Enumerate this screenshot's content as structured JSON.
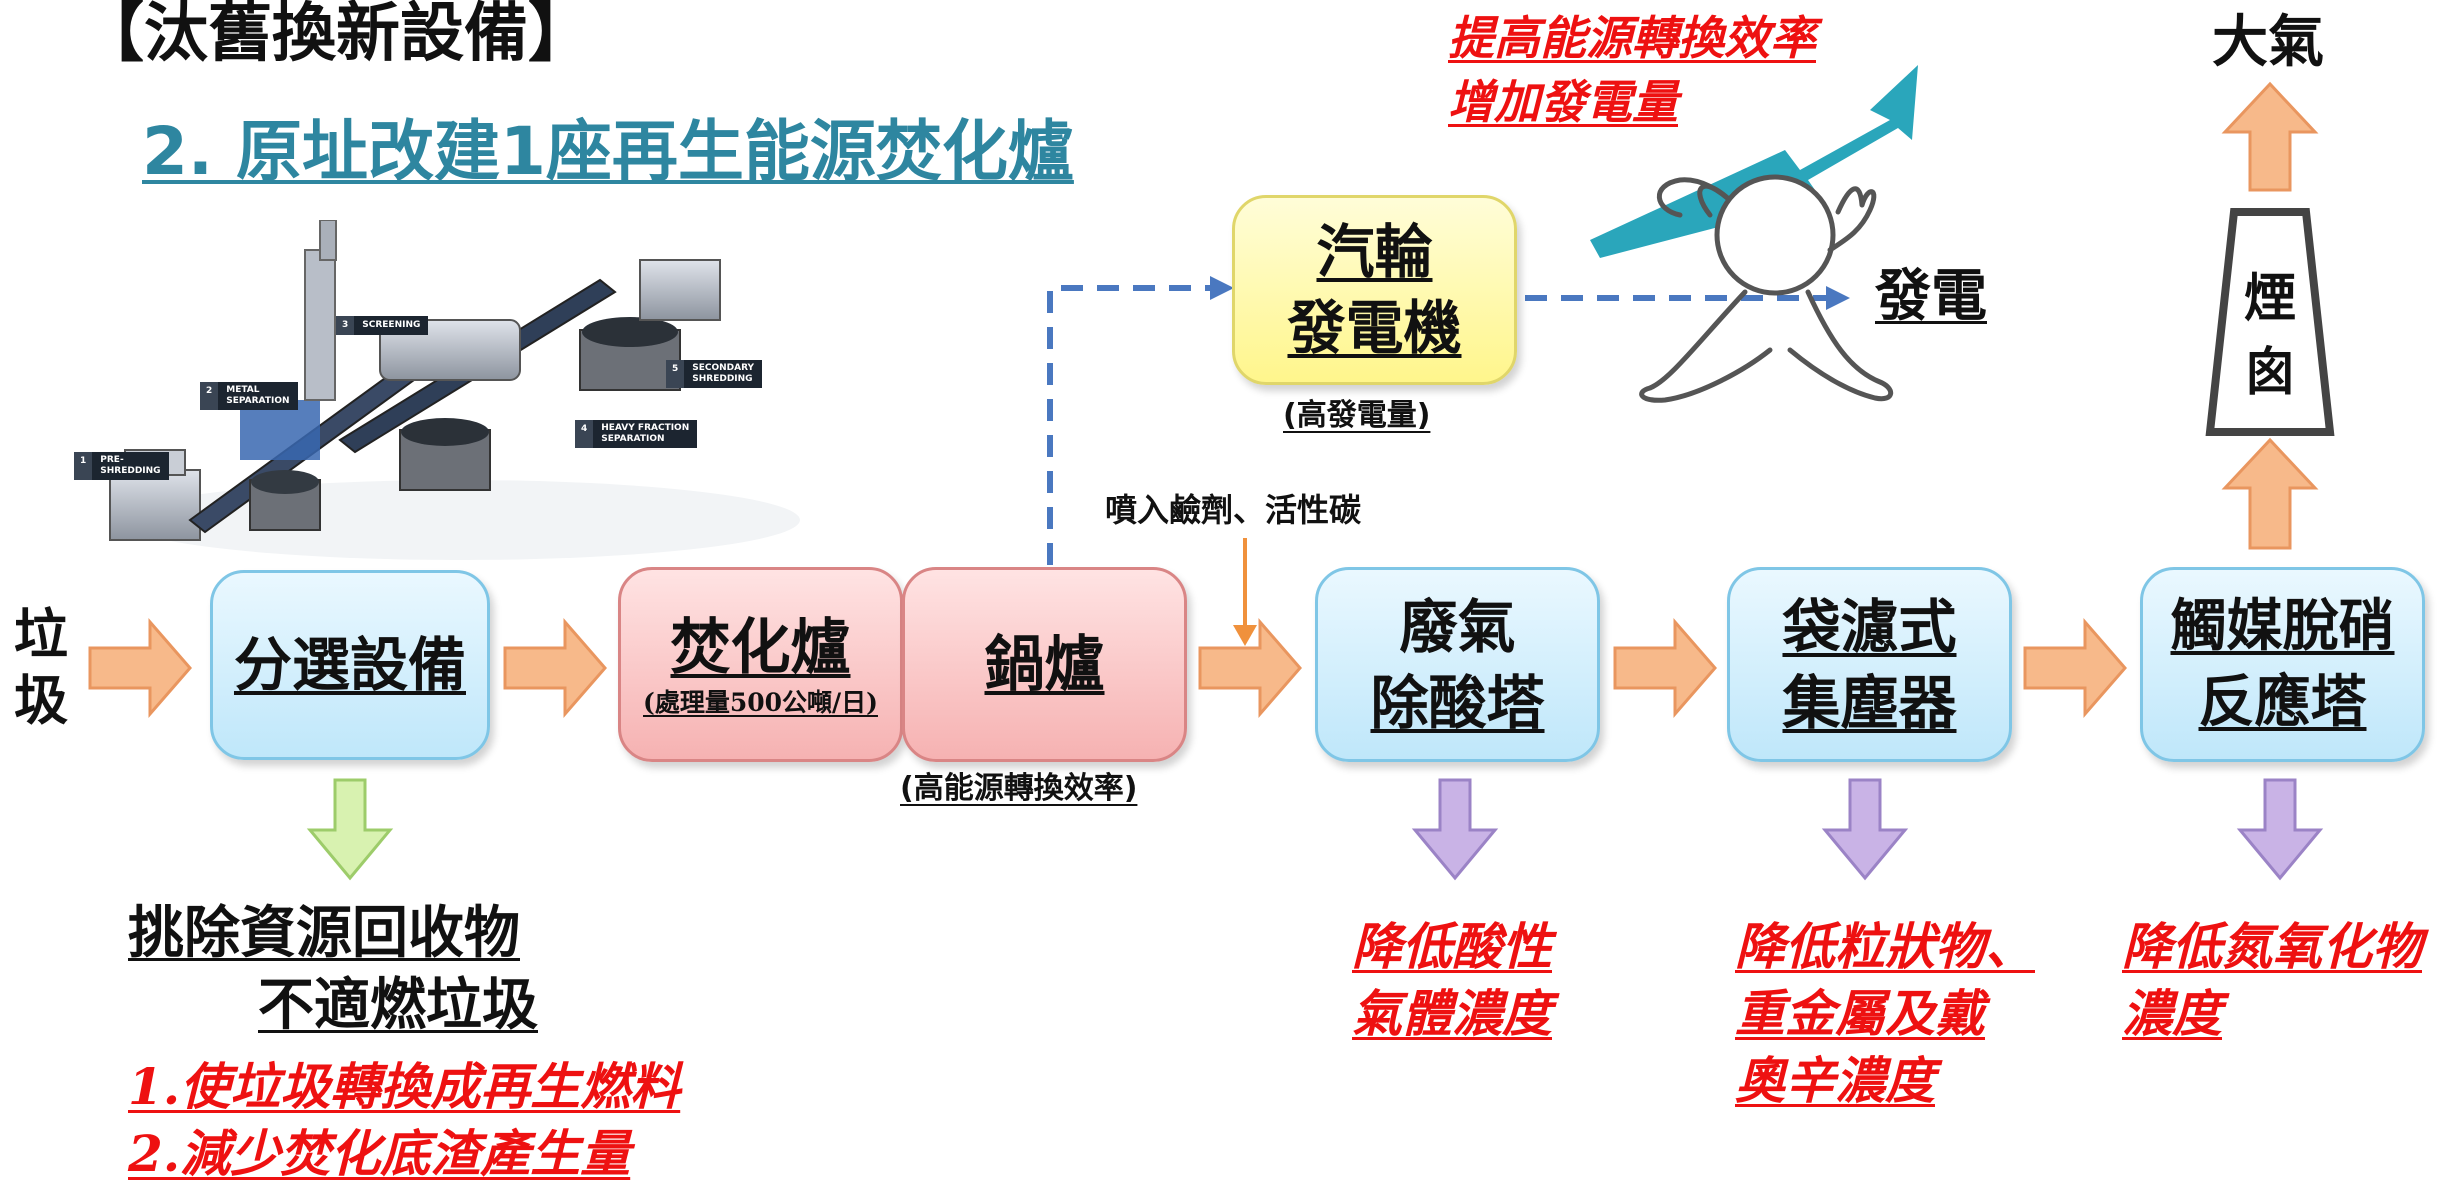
{
  "page_title": "【汰舊換新設備】",
  "subtitle": "2. 原址改建1座再生能源焚化爐",
  "machine_image": {
    "steps": [
      {
        "num": "1",
        "label": "PRE-\nSHREDDING"
      },
      {
        "num": "2",
        "label": "METAL\nSEPARATION"
      },
      {
        "num": "3",
        "label": "SCREENING"
      },
      {
        "num": "4",
        "label": "HEAVY FRACTION\nSEPARATION"
      },
      {
        "num": "5",
        "label": "SECONDARY\nSHREDDING"
      }
    ]
  },
  "input_label": {
    "line1": "垃",
    "line2": "圾"
  },
  "sorting": {
    "title": "分選設備",
    "output_line1": "挑除資源回收物",
    "output_line2": "不適燃垃圾",
    "benefit_1": "1.使垃圾轉換成再生燃料",
    "benefit_2": "2.減少焚化底渣產生量"
  },
  "incinerator": {
    "title": "焚化爐",
    "sub": "(處理量500公噸/日)"
  },
  "boiler": {
    "title": "鍋爐",
    "note": "(高能源轉換效率)"
  },
  "turbine": {
    "line1": "汽輪",
    "line2": "發電機",
    "note": "(高發電量)"
  },
  "power_label": "發電",
  "efficiency_note": {
    "line1": "提高能源轉換效率",
    "line2": "增加發電量"
  },
  "injection_note": "噴入鹼劑、活性碳",
  "acid_tower": {
    "line1": "廢氣",
    "line2": "除酸塔",
    "result_line1": "降低酸性",
    "result_line2": "氣體濃度"
  },
  "baghouse": {
    "line1": "袋濾式",
    "line2": "集塵器",
    "result_line1": "降低粒狀物、",
    "result_line2": "重金屬及戴",
    "result_line3": "奧辛濃度"
  },
  "scr": {
    "line1": "觸媒脫硝",
    "line2": "反應塔",
    "result_line1": "降低氮氧化物",
    "result_line2": "濃度"
  },
  "stack": {
    "line1": "煙",
    "line2": "囪"
  },
  "atmosphere": "大氣",
  "colors": {
    "title_teal": "#2e86a0",
    "note_red": "#ee1111",
    "arrow_orange": "#f7b98a",
    "arrow_purple": "#c9b3e6",
    "arrow_green": "#d8f2b0",
    "dashed_blue": "#4a78c0",
    "growth_arrow": "#2aa6bb"
  }
}
